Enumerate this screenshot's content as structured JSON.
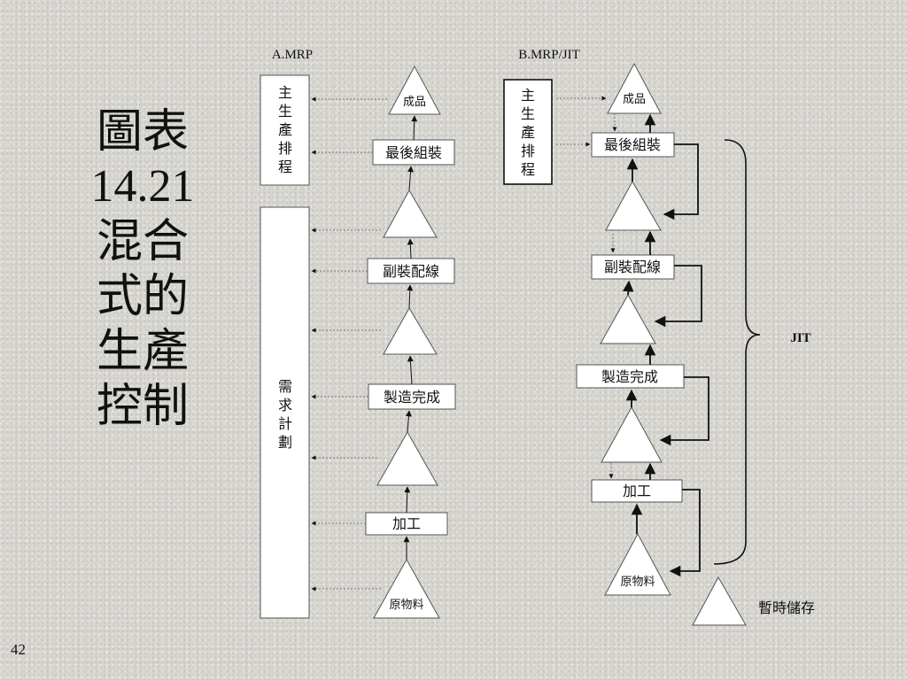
{
  "slide": {
    "title_lines": [
      "圖表",
      "14.21",
      "混合",
      "式的",
      "生產",
      "控制"
    ],
    "page_number": "42"
  },
  "panel_a": {
    "label": "A.MRP",
    "master_schedule": [
      "主",
      "生",
      "產",
      "排",
      "程"
    ],
    "requirements_plan": [
      "需",
      "求",
      "計",
      "劃"
    ],
    "stages": {
      "finished_goods": "成品",
      "final_assembly": "最後組裝",
      "subassembly": "副裝配線",
      "fabrication": "製造完成",
      "machining": "加工",
      "raw_materials": "原物料"
    }
  },
  "panel_b": {
    "label": "B.MRP/JIT",
    "master_schedule": [
      "主",
      "生",
      "產",
      "排",
      "程"
    ],
    "stages": {
      "finished_goods": "成品",
      "final_assembly": "最後組裝",
      "subassembly": "副裝配線",
      "fabrication": "製造完成",
      "machining": "加工",
      "raw_materials": "原物料"
    },
    "jit_label": "JIT"
  },
  "legend": {
    "temporary_storage": "暫時儲存"
  }
}
